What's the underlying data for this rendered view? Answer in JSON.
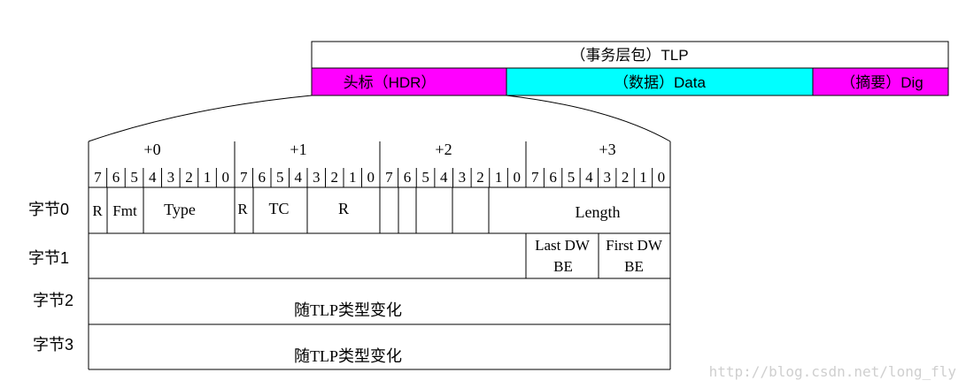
{
  "tlp": {
    "title": "（事务层包）TLP",
    "hdr": "头标（HDR）",
    "data": "（数据）Data",
    "dig": "（摘要）Dig"
  },
  "bytes_header": [
    "+0",
    "+1",
    "+2",
    "+3"
  ],
  "bits": [
    "7",
    "6",
    "5",
    "4",
    "3",
    "2",
    "1",
    "0",
    "7",
    "6",
    "5",
    "4",
    "3",
    "2",
    "1",
    "0",
    "7",
    "6",
    "5",
    "4",
    "3",
    "2",
    "1",
    "0",
    "7",
    "6",
    "5",
    "4",
    "3",
    "2",
    "1",
    "0"
  ],
  "rows": {
    "row0_label": "字节0",
    "row1_label": "字节1",
    "row2_label": "字节2",
    "row3_label": "字节3"
  },
  "row0_fields": {
    "r1": "R",
    "fmt": "Fmt",
    "type": "Type",
    "r2": "R",
    "tc": "TC",
    "r3": "R",
    "length": "Length"
  },
  "row1_fields": {
    "last_dw_1": "Last DW",
    "last_dw_2": "BE",
    "first_dw_1": "First DW",
    "first_dw_2": "BE"
  },
  "row2_text": "随TLP类型变化",
  "row3_text": "随TLP类型变化",
  "watermark": "http://blog.csdn.net/long_fly",
  "colors": {
    "magenta": "#ff00ff",
    "cyan": "#00ffff",
    "line": "#000000",
    "watermark": "#d0d0d0"
  }
}
